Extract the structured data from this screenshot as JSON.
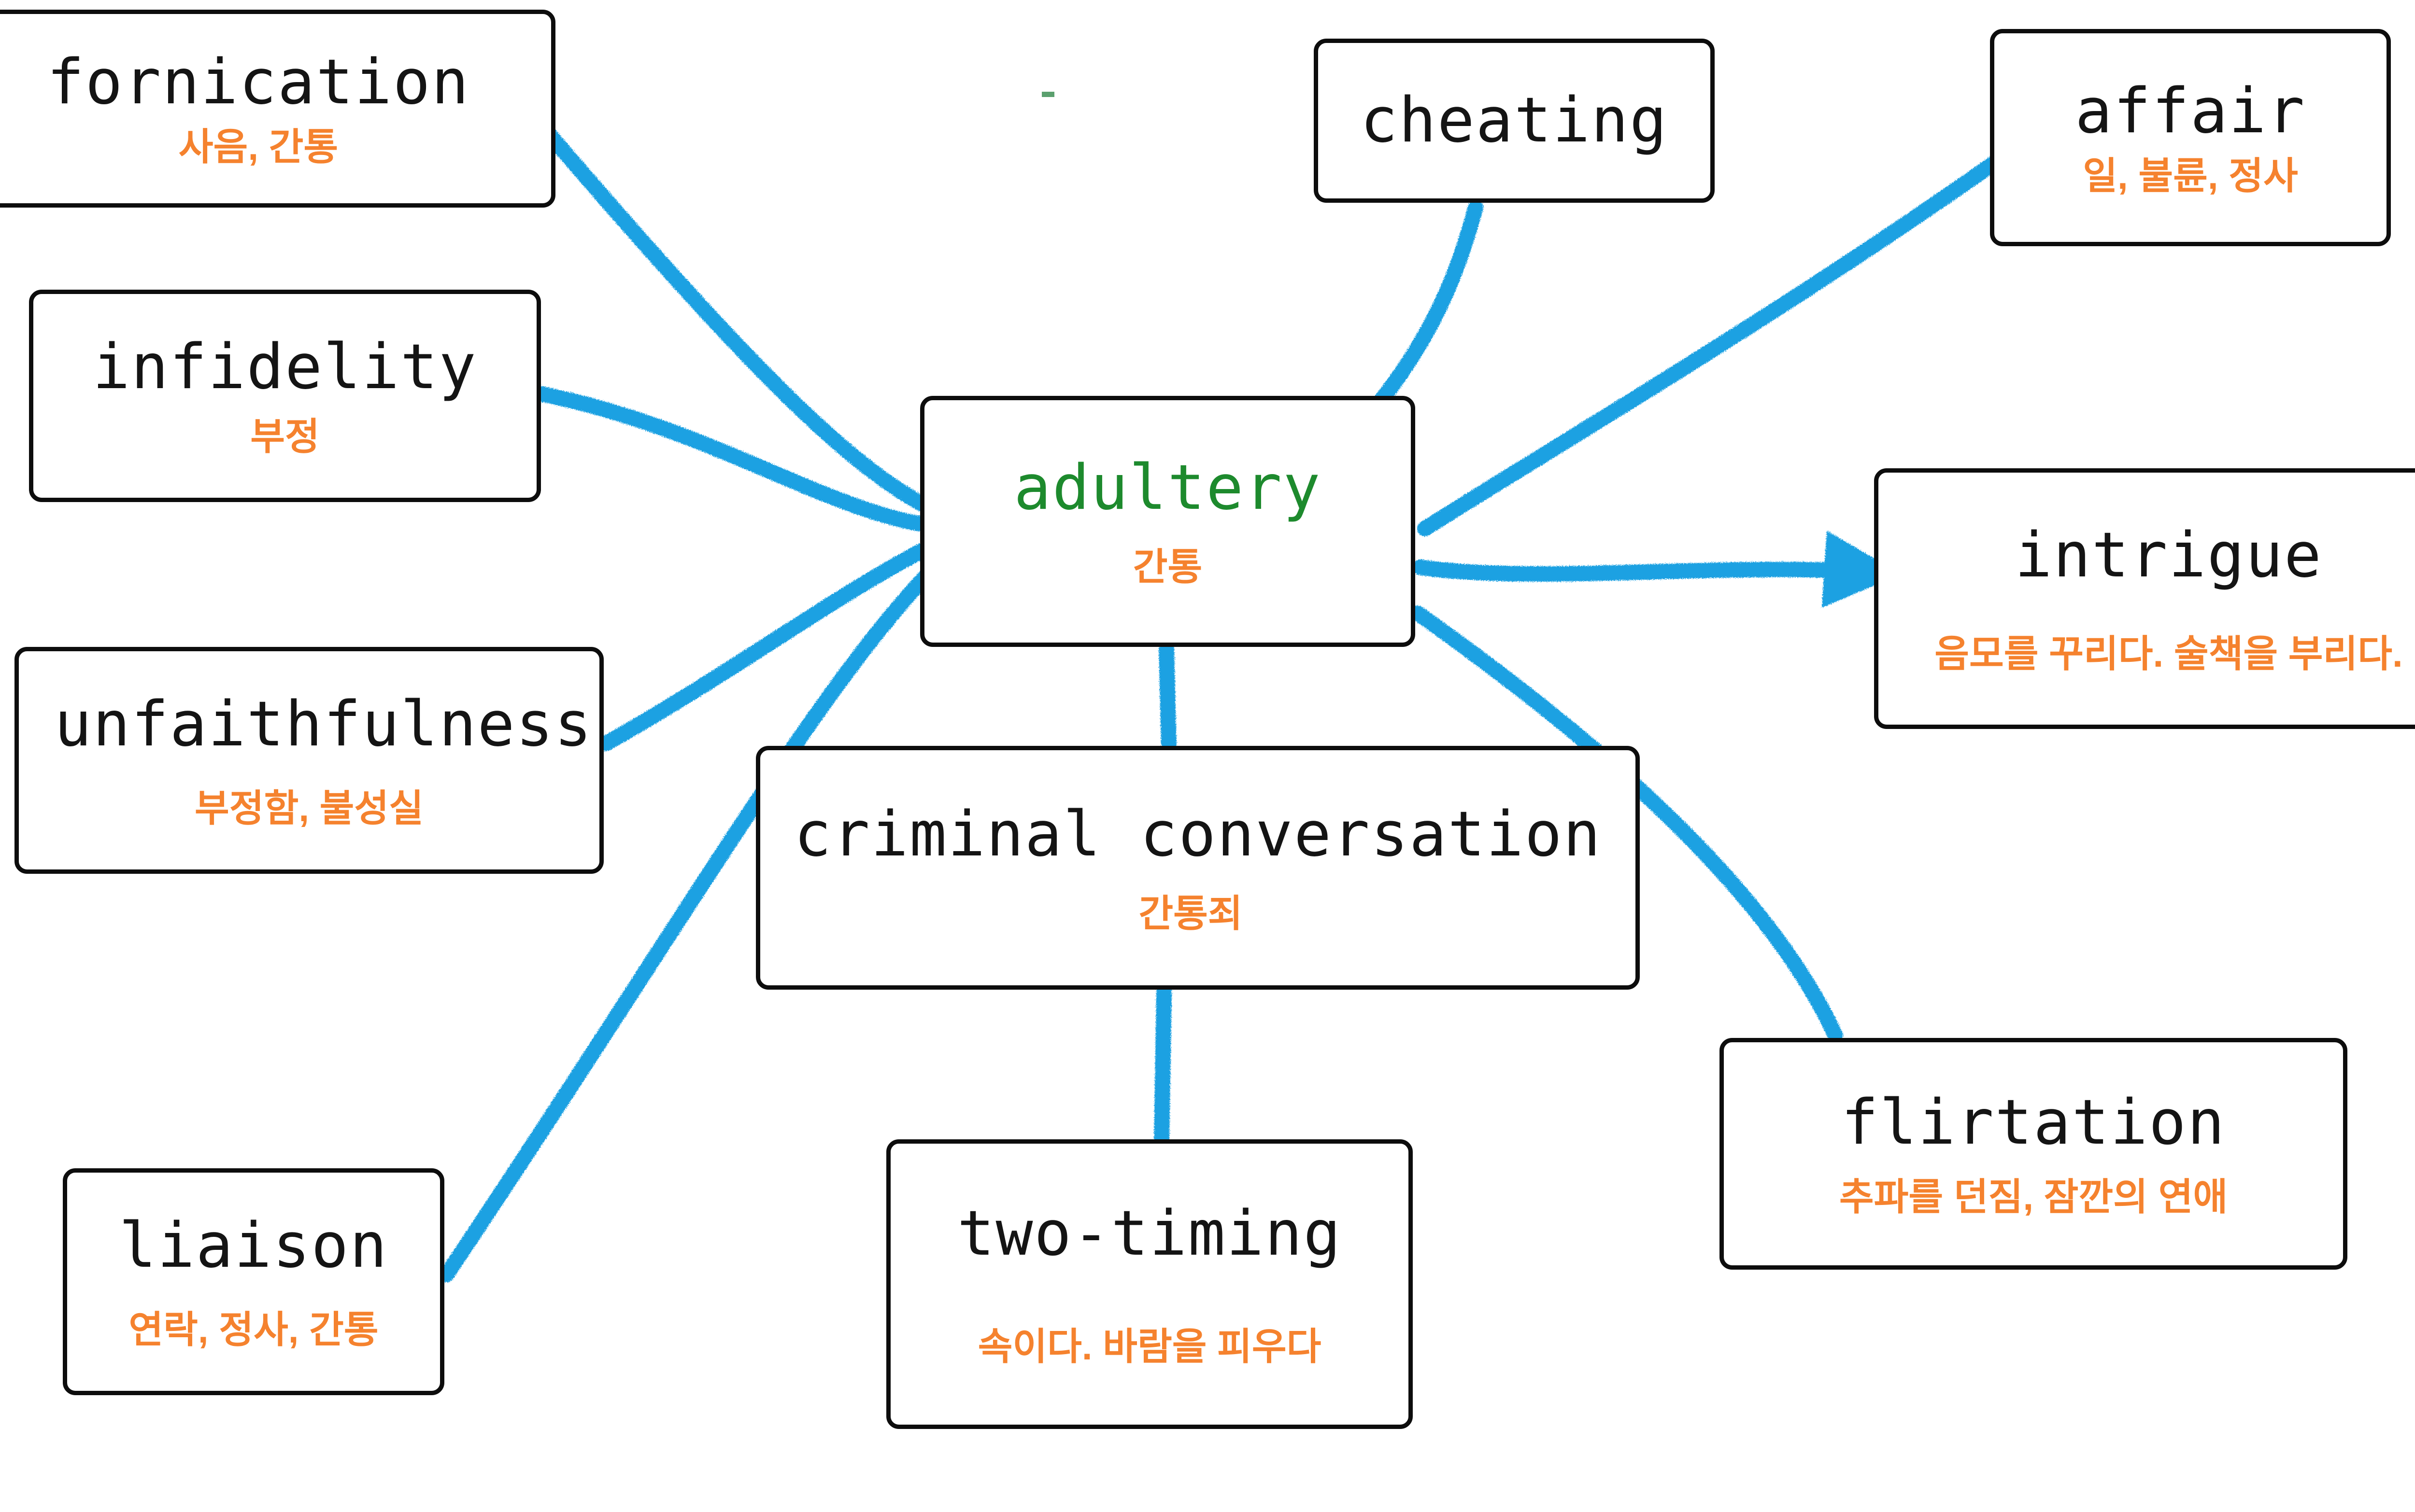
{
  "diagram": {
    "title": "adultery",
    "type": "mind-map",
    "colors": {
      "edge": "#1ba1e2",
      "node_border": "#0d0d0d",
      "node_background": "#ffffff",
      "english_text": "#141414",
      "center_english_text": "#1d8a2d",
      "korean_text": "#f5822e"
    }
  },
  "center_node": {
    "en": "adultery",
    "ko": "간통"
  },
  "nodes": [
    {
      "id": "fornication",
      "en": "fornication",
      "ko": "사음, 간통"
    },
    {
      "id": "infidelity",
      "en": "infidelity",
      "ko": "부정"
    },
    {
      "id": "unfaithfulness",
      "en": "unfaithfulness",
      "ko": "부정함, 불성실"
    },
    {
      "id": "liaison",
      "en": "liaison",
      "ko": "연락, 정사, 간통"
    },
    {
      "id": "cheating",
      "en": "cheating",
      "ko": ""
    },
    {
      "id": "affair",
      "en": "affair",
      "ko": "일, 불륜, 정사"
    },
    {
      "id": "intrigue",
      "en": "intrigue",
      "ko": "음모를 꾸리다. 술책을 부리다."
    },
    {
      "id": "flirtation",
      "en": "flirtation",
      "ko": "추파를 던짐, 잠깐의 연애"
    },
    {
      "id": "criminal",
      "en": "criminal conversation",
      "ko": "간통죄"
    },
    {
      "id": "twotiming",
      "en": "two-timing",
      "ko": "속이다. 바람을 피우다"
    }
  ],
  "edges": [
    {
      "from": "adultery",
      "to": "fornication"
    },
    {
      "from": "adultery",
      "to": "infidelity"
    },
    {
      "from": "adultery",
      "to": "unfaithfulness"
    },
    {
      "from": "adultery",
      "to": "liaison"
    },
    {
      "from": "adultery",
      "to": "cheating"
    },
    {
      "from": "adultery",
      "to": "affair"
    },
    {
      "from": "adultery",
      "to": "intrigue"
    },
    {
      "from": "adultery",
      "to": "flirtation"
    },
    {
      "from": "adultery",
      "to": "criminal"
    },
    {
      "from": "criminal",
      "to": "twotiming"
    }
  ]
}
